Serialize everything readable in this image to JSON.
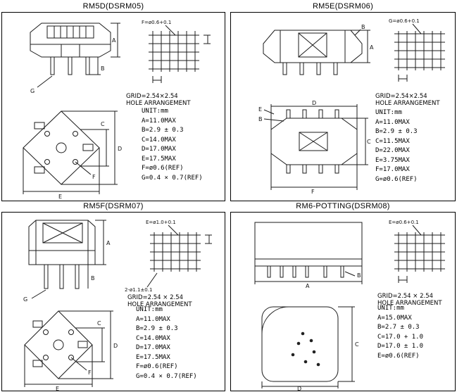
{
  "letters": {
    "A": "A",
    "B": "B",
    "C": "C",
    "D": "D",
    "E": "E",
    "F": "F",
    "G": "G"
  },
  "panels": [
    {
      "title": "RM5D(DSRM05)",
      "grid_label": "GRID=2.54×2.54",
      "hole_label": "HOLE ARRANGEMENT",
      "grid_note": "F=ø0.6+0.1",
      "unit": "UNIT:mm",
      "specs": [
        "A=11.0MAX",
        "B=2.9 ± 0.3",
        "C=14.0MAX",
        "D=17.0MAX",
        "E=17.5MAX",
        "F=ø0.6(REF)",
        "G=0.4 × 0.7(REF)"
      ]
    },
    {
      "title": "RM5E(DSRM06)",
      "grid_label": "GRID=2.54×2.54",
      "hole_label": "HOLE ARRANGEMENT",
      "grid_note": "G=ø0.6+0.1",
      "unit": "UNIT:mm",
      "specs": [
        "A=11.0MAX",
        "B=2.9 ± 0.3",
        "C=11.5MAX",
        "D=22.0MAX",
        "E=3.75MAX",
        "F=17.0MAX",
        "G=ø0.6(REF)"
      ]
    },
    {
      "title": "RM5F(DSRM07)",
      "grid_label": "GRID=2.54 × 2.54",
      "hole_label": "HOLE ARRANGEMENT",
      "grid_note": "E=ø1.0+0.1",
      "grid_note2": "2-ø1.1±0.1",
      "unit": "UNIT:mm",
      "specs": [
        "A=11.0MAX",
        "B=2.9 ± 0.3",
        "C=14.0MAX",
        "D=17.0MAX",
        "E=17.5MAX",
        "F=ø0.6(REF)",
        "G=0.4 × 0.7(REF)"
      ]
    },
    {
      "title": "RM6-POTTING(DSRM08)",
      "grid_label": "GRID=2.54 × 2.54",
      "hole_label": "HOLE ARRANGEMENT",
      "grid_note": "E=ø0.6+0.1",
      "unit": "UNIT:mm",
      "specs": [
        "A=15.0MAX",
        "B=2.7 ± 0.3",
        "C=17.0 + 1.0",
        "D=17.0 ± 1.0",
        "E=ø0.6(REF)"
      ]
    }
  ]
}
